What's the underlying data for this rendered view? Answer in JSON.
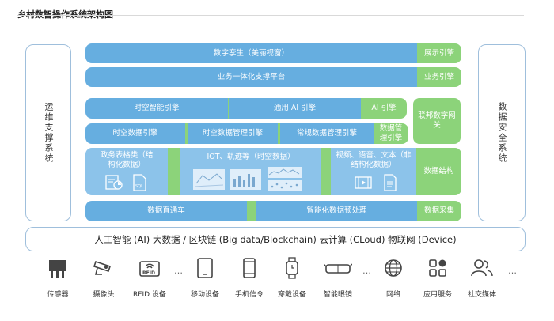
{
  "title": "乡村数智操作系统架构图",
  "left_column": "运维支撑系统",
  "right_column": "数据安全系统",
  "rows": {
    "r1": {
      "main": "数字孪生（美丽视窗）",
      "tag": "展示引擎"
    },
    "r2": {
      "main": "业务一体化支撑平台",
      "tag": "业务引擎"
    },
    "r3": {
      "a": "时空智能引擎",
      "b": "通用 AI 引擎",
      "tag": "AI 引擎"
    },
    "federated": "联邦数字网关",
    "r4": {
      "a": "时空数据引擎",
      "b": "时空数据管理引擎",
      "c": "常规数据管理引擎",
      "tag": "数据管理引擎"
    },
    "r5": {
      "a": "政务表格类（结构化数据）",
      "b": "IOT、轨迹等（时空数据）",
      "c": "视频、语音、文本（非结构化数据）",
      "tag": "数据结构"
    },
    "r6": {
      "a": "数据直通车",
      "b": "智能化数据预处理",
      "tag": "数据采集"
    }
  },
  "icons": {
    "r5a": [
      "calendar-chart-icon",
      "sql-file-icon"
    ],
    "r5b": [
      "map-thumbnail-icon",
      "bar-chart-thumbnail-icon",
      "line-chart-thumbnail-icon",
      "scatter-thumbnail-icon"
    ],
    "r5c": [
      "video-icon",
      "document-icon"
    ]
  },
  "base_bar": "人工智能 (AI) 大数据 / 区块链 (Big data/Blockchain) 云计算 (CLoud) 物联网 (Device)",
  "devices": [
    {
      "label": "传感器",
      "icon": "sensor-icon"
    },
    {
      "label": "摄像头",
      "icon": "camera-icon"
    },
    {
      "label": "RFID 设备",
      "icon": "rfid-icon"
    },
    {
      "label": "移动设备",
      "icon": "tablet-icon"
    },
    {
      "label": "手机信令",
      "icon": "phone-icon"
    },
    {
      "label": "穿戴设备",
      "icon": "watch-icon"
    },
    {
      "label": "智能眼镜",
      "icon": "glasses-icon"
    },
    {
      "label": "网络",
      "icon": "globe-icon"
    },
    {
      "label": "应用服务",
      "icon": "apps-icon"
    },
    {
      "label": "社交媒体",
      "icon": "users-icon"
    }
  ],
  "ellipsis": "…",
  "colors": {
    "blue": "#66aee0",
    "light_blue": "#8cc3ea",
    "green": "#8cd37a",
    "border": "#9fbfdc"
  }
}
